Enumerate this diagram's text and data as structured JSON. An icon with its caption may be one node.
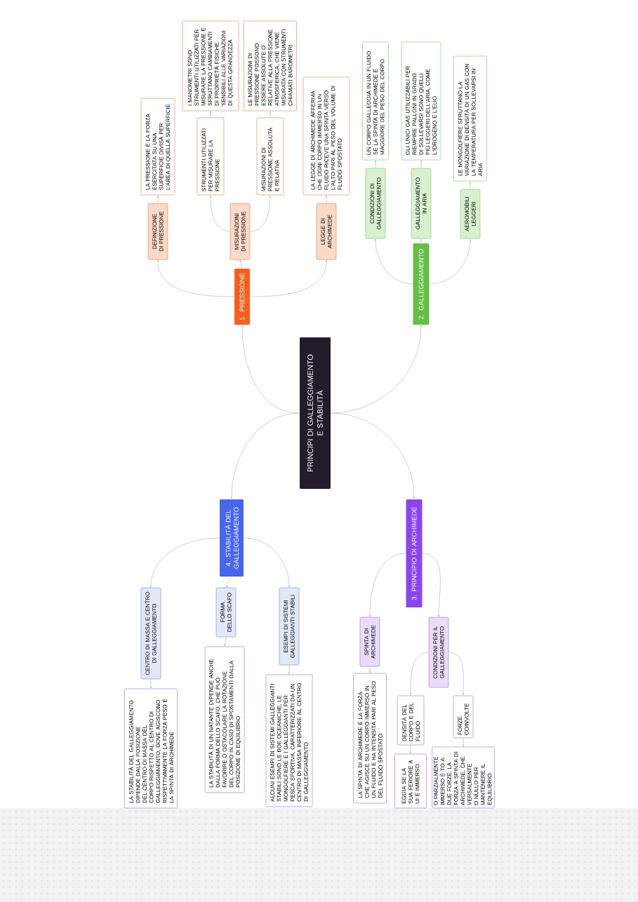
{
  "diagram": {
    "nodes": [
      {
        "text": [
          "PRINCIPI DI GALLEGGIAMENTO E STABILITÀ"
        ]
      },
      {
        "text": [
          "1. PRESSIONE"
        ]
      },
      {
        "text": [
          "DEFINIZIONE DI PRESSIONE"
        ]
      },
      {
        "text": [
          "LA PRESSIONE È LA FORZA ESERCITATA SU UNA SUPERFICIE DIVISA PER L'AREA DI QUELLA SUPERFICIE"
        ]
      },
      {
        "text": [
          "MISURAZIONI DI PRESSIONE"
        ]
      },
      {
        "text": [
          "STRUMENTI UTILIZZATI PER MISURARE LA PRESSIONE"
        ]
      },
      {
        "text": [
          "I MANOMETRI SONO STRUMENTI UTILIZZATI PER MISURARE LA PRESSIONE E SFRUTTANO CAMBIAMENTI DI PROPRIETÀ FISICHE SENSIBILI ALLE VARIAZIONI DI QUESTA GRANDEZZA"
        ]
      },
      {
        "text": [
          "MISURAZIONI DI PRESSIONE ASSOLUTA E RELATIVA"
        ]
      },
      {
        "text": [
          "LE MISURAZIONI DI PRESSIONE POSSONO ESSERE ASSOLUTE O RELATIVE ALLA PRESSIONE ATMOSFERICA, CHE VIENE MISURATA CON STRUMENTI CHIAMATI BAROMETRI"
        ]
      },
      {
        "text": [
          "LEGGE DI ARCHIMEDE"
        ]
      },
      {
        "text": [
          "LA LEGGE DI ARCHIMEDE AFFERMA CHE OGNI CORPO IMMERSO IN UN FLUIDO RICEVE UNA SPINTA VERSO L'ALTO PARI AL PESO DEL VOLUME DI FLUIDO SPOSTATO"
        ]
      },
      {
        "text": [
          "2. GALLEGGIAMENTO"
        ]
      },
      {
        "text": [
          "CONDIZIONI DI GALLEGGIAMENTO"
        ]
      },
      {
        "text": [
          "UN CORPO GALLEGGIA IN UN FLUIDO SE LA SPINTA DI ARCHIMEDE È MAGGIORE DEL PESO DEL CORPO"
        ]
      },
      {
        "text": [
          "GALLEGGIAMENTO IN ARIA"
        ]
      },
      {
        "text": [
          "GLI UNICI GAS UTILIZZABILI PER RIEMPIRE PALLONI IN GRADO DI SOLLEVARSI SONO QUELLI PIÙ LEGGERI DELL'ARIA, COME L'IDROGENO E L'ELIO"
        ]
      },
      {
        "text": [
          "AEROMOBILI LEGGERI"
        ]
      },
      {
        "text": [
          "LE MONGOLFIERE SFRUTTANO LA VARIAZIONE DI DENSITÀ DI UN GAS CON LA TEMPERATURA PER SOLLEVARSI IN ARIA"
        ]
      },
      {
        "text": [
          "3. PRINCIPIO DI ARCHIMEDE"
        ]
      },
      {
        "text": [
          "SPINTA DI ARCHIMEDE"
        ]
      },
      {
        "text": [
          "LA SPINTA DI ARCHIMEDE È LA FORZA CHE AGISCE SU UN CORPO IMMERSO IN UN FLUIDO E HA INTENSITÀ PARI AL PESO DEL FLUIDO SPOSTATO"
        ]
      },
      {
        "text": [
          "CONDIZIONI PER IL GALLEGGIAMENTO"
        ]
      },
      {
        "text": [
          "DENSITÀ DEL CORPO E DEL FLUIDO"
        ]
      },
      {
        "text": [
          "EGGIA SE LA SUA FERIORE A UI È IMMERSO"
        ]
      },
      {
        "text": [
          "FORZE COINVOLTE"
        ]
      },
      {
        "text": [
          "O PARZIALMENTE IMMERSO È TO A DUE FORZE: LA FORZA A SPINTA DI ARCHIMEDE, CHE VERSALMENTE O NULLO PER MANTENERE IL EQUILIBRIO"
        ]
      },
      {
        "text": [
          "4. STABILITÀ DEL GALLEGGIAMENTO"
        ]
      },
      {
        "text": [
          "CENTRO DI MASSA E CENTRO DI GALLEGGIAMENTO"
        ]
      },
      {
        "text": [
          "LA STABILITÀ DEL GALLEGGIAMENTO DIPENDE DALLA POSIZIONE DEL CENTRO DI MASSA DEL CORPO RISPETTO AL CENTRO DI GALLEGGIAMENTO, DOVE AGISCONO RISPETTIVAMENTE LA FORZA PESO E LA SPINTA DI ARCHIMEDE"
        ]
      },
      {
        "text": [
          "FORMA DELLO SCAFO"
        ]
      },
      {
        "text": [
          "LA STABILITÀ DI UN NATANTE DIPENDE ANCHE DALLA FORMA DELLO SCAFO, CHE PUÒ FAVORIRE O OSTACOLARE LA ROTAZIONE DEL CORPO IN CASO DI SPOSTAMENTI DALLA POSIZIONE DI EQUILIBRIO"
        ]
      },
      {
        "text": [
          "ESEMPI DI SISTEMI GALLEGGIANTI STABILI"
        ]
      },
      {
        "text": [
          "ALCUNI ESEMPI DI SISTEMI GALLEGGIANTI STABILI SONO LE BOE OCEANICHE, LE MONGOLFIERE E I GALLEGGIANTI PER PESCA SPORTIVA, CARATTERIZZATI DA UN CENTRO DI MASSA INFERIORE AL CENTRO DI GALLEGGIAMENTO"
        ]
      }
    ],
    "edges": [
      {
        "from": 0,
        "to": 1,
        "arrow": "to"
      },
      {
        "from": 1,
        "to": 2,
        "arrow": "to"
      },
      {
        "from": 2,
        "to": 3,
        "arrow": "to"
      },
      {
        "from": 1,
        "to": 4,
        "arrow": "to"
      },
      {
        "from": 4,
        "to": 5,
        "arrow": "to"
      },
      {
        "from": 5,
        "to": 6,
        "arrow": "to"
      },
      {
        "from": 4,
        "to": 7,
        "arrow": "to"
      },
      {
        "from": 7,
        "to": 8,
        "arrow": "to"
      },
      {
        "from": 1,
        "to": 9,
        "arrow": "to"
      },
      {
        "from": 9,
        "to": 10,
        "arrow": "to"
      },
      {
        "from": 0,
        "to": 11,
        "arrow": "to"
      },
      {
        "from": 11,
        "to": 12,
        "arrow": "to"
      },
      {
        "from": 12,
        "to": 13,
        "arrow": "to"
      },
      {
        "from": 11,
        "to": 14,
        "arrow": "to"
      },
      {
        "from": 14,
        "to": 15,
        "arrow": "to"
      },
      {
        "from": 11,
        "to": 16,
        "arrow": "to"
      },
      {
        "from": 16,
        "to": 17,
        "arrow": "to"
      },
      {
        "from": 0,
        "to": 18,
        "arrow": "to"
      },
      {
        "from": 18,
        "to": 19,
        "arrow": "to"
      },
      {
        "from": 19,
        "to": 20,
        "arrow": "to"
      },
      {
        "from": 18,
        "to": 21,
        "arrow": "to"
      },
      {
        "from": 21,
        "to": 22,
        "arrow": "to"
      },
      {
        "from": 22,
        "to": 23,
        "arrow": "to"
      },
      {
        "from": 21,
        "to": 24,
        "arrow": "to"
      },
      {
        "from": 24,
        "to": 25,
        "arrow": "to"
      },
      {
        "from": 0,
        "to": 26,
        "arrow": "to"
      },
      {
        "from": 26,
        "to": 27,
        "arrow": "to"
      },
      {
        "from": 27,
        "to": 28,
        "arrow": "to"
      },
      {
        "from": 26,
        "to": 29,
        "arrow": "to"
      },
      {
        "from": 29,
        "to": 30,
        "arrow": "to"
      },
      {
        "from": 26,
        "to": 31,
        "arrow": "to"
      },
      {
        "from": 31,
        "to": 32,
        "arrow": "to"
      }
    ]
  }
}
